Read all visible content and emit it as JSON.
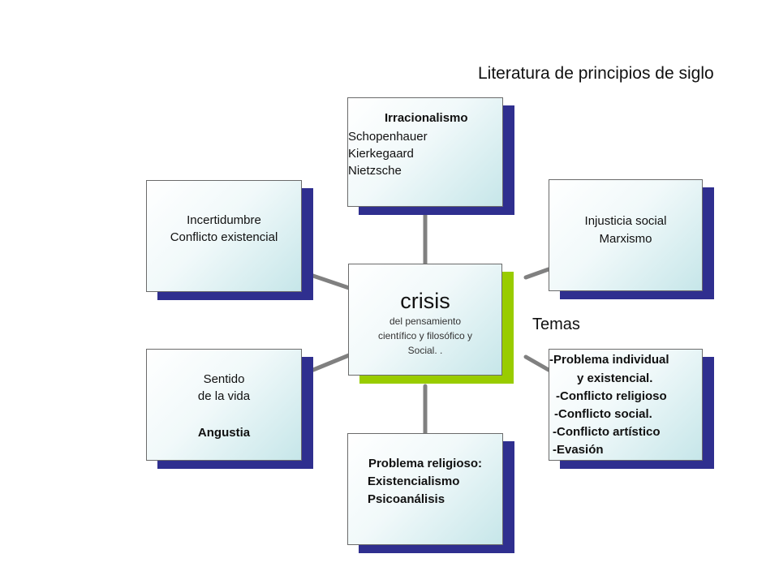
{
  "title": "Literatura de principios de siglo",
  "temas_label": "Temas",
  "center": {
    "title": "crisis",
    "subtitle_lines": [
      "del pensamiento",
      "científico y filosófico y",
      "Social. ."
    ]
  },
  "nodes": {
    "irracionalismo": {
      "heading": "Irracionalismo",
      "lines": [
        "Schopenhauer",
        "Kierkegaard",
        "Nietzsche"
      ]
    },
    "incertidumbre": {
      "lines": [
        "Incertidumbre",
        "Conflicto existencial"
      ]
    },
    "injusticia": {
      "lines": [
        "Injusticia social",
        "Marxismo"
      ]
    },
    "sentido": {
      "lines": [
        "Sentido",
        "de la vida"
      ],
      "extra": "Angustia"
    },
    "religioso": {
      "lines": [
        "Problema religioso:",
        "Existencialismo",
        "Psicoanálisis"
      ]
    },
    "temas": {
      "lines": [
        "-Problema individual",
        "y existencial.",
        "-Conflicto religioso",
        "-Conflicto social.",
        "-Conflicto artístico",
        "-Evasión"
      ]
    }
  },
  "colors": {
    "connector": "#808080",
    "shadow": "#2f2f8f",
    "center_shadow": "#99cc00",
    "gradient_end": "#c6e6e9"
  }
}
